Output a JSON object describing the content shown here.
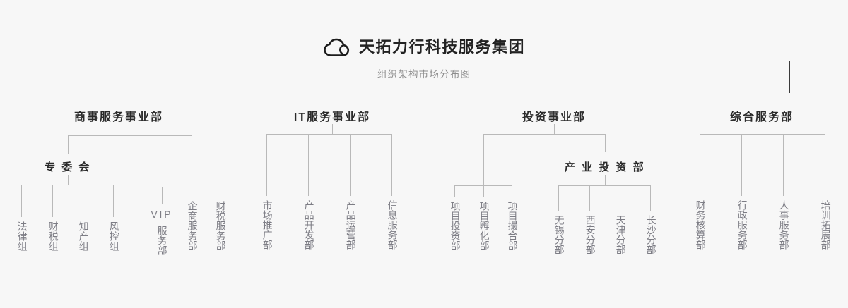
{
  "header": {
    "logo_icon": "cloud-icon",
    "company_title": "天拓力行科技服务集团",
    "subtitle": "组织架构市场分布图"
  },
  "colors": {
    "background": "#f7f7f7",
    "title_text": "#222222",
    "subtitle_text": "#8c8c8c",
    "department_text": "#2a2a2a",
    "leaf_text": "#7d7d85",
    "connector_line": "#b9b9b9",
    "top_connector_line": "#3b3b3b"
  },
  "divisions": [
    {
      "name": "商事服务事业部",
      "sub_unit": "专 委 会",
      "sub_unit_children": [
        "法律组",
        "财税组",
        "知产组",
        "风控组"
      ],
      "direct_children": [
        {
          "latin": "VIP",
          "rest": "服务部"
        },
        {
          "latin": "",
          "rest": "企商服务部"
        },
        {
          "latin": "",
          "rest": "财税服务部"
        }
      ]
    },
    {
      "name": "IT服务事业部",
      "children": [
        "市场推广部",
        "产品开发部",
        "产品运营部",
        "信息服务部"
      ]
    },
    {
      "name": "投资事业部",
      "children": [
        "项目投资部",
        "项目孵化部",
        "项目撮合部"
      ],
      "sub_unit": "产 业 投 资 部",
      "sub_unit_children": [
        "无锡分部",
        "西安分部",
        "天津分部",
        "长沙分部"
      ]
    },
    {
      "name": "综合服务部",
      "children": [
        "财务核算部",
        "行政服务部",
        "人事服务部",
        "培训拓展部"
      ]
    }
  ]
}
